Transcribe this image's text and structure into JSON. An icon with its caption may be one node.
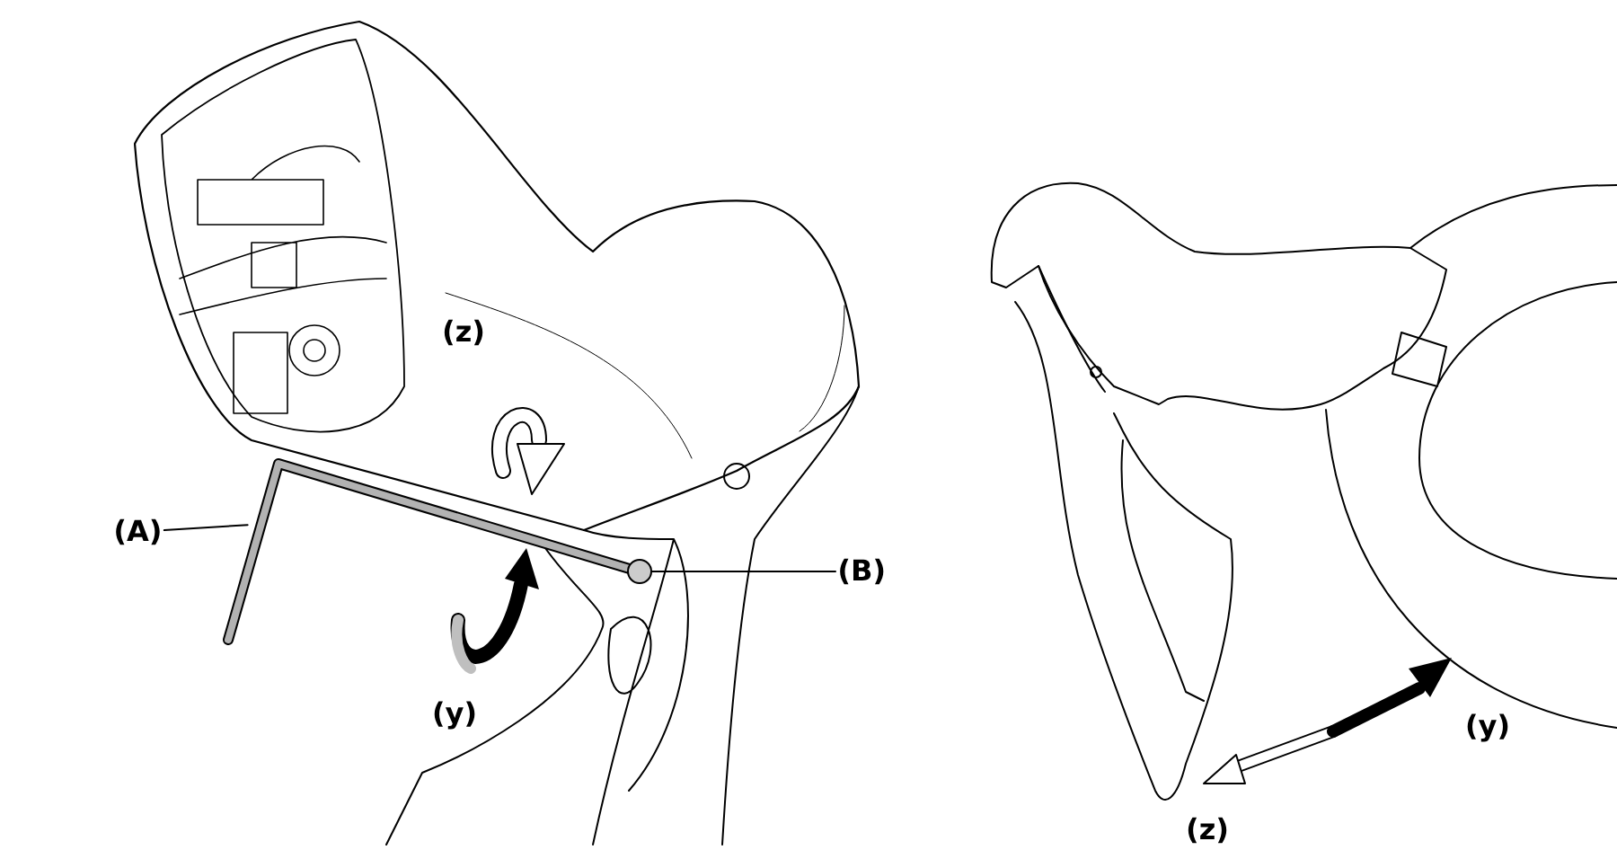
{
  "diagram": {
    "nodes": [
      {
        "text": [
          "(A)"
        ]
      },
      {
        "text": [],
        "shape": "picture"
      },
      {
        "text": [
          "(B)"
        ]
      },
      {
        "text": [],
        "shape": "circle"
      }
    ],
    "edges": [
      {
        "from": 0,
        "to": 1,
        "arrow": "none"
      },
      {
        "from": 2,
        "to": 3,
        "arrow": "none"
      }
    ],
    "labels": [
      "(z)",
      "(y)",
      "(y)",
      "(z)"
    ]
  }
}
